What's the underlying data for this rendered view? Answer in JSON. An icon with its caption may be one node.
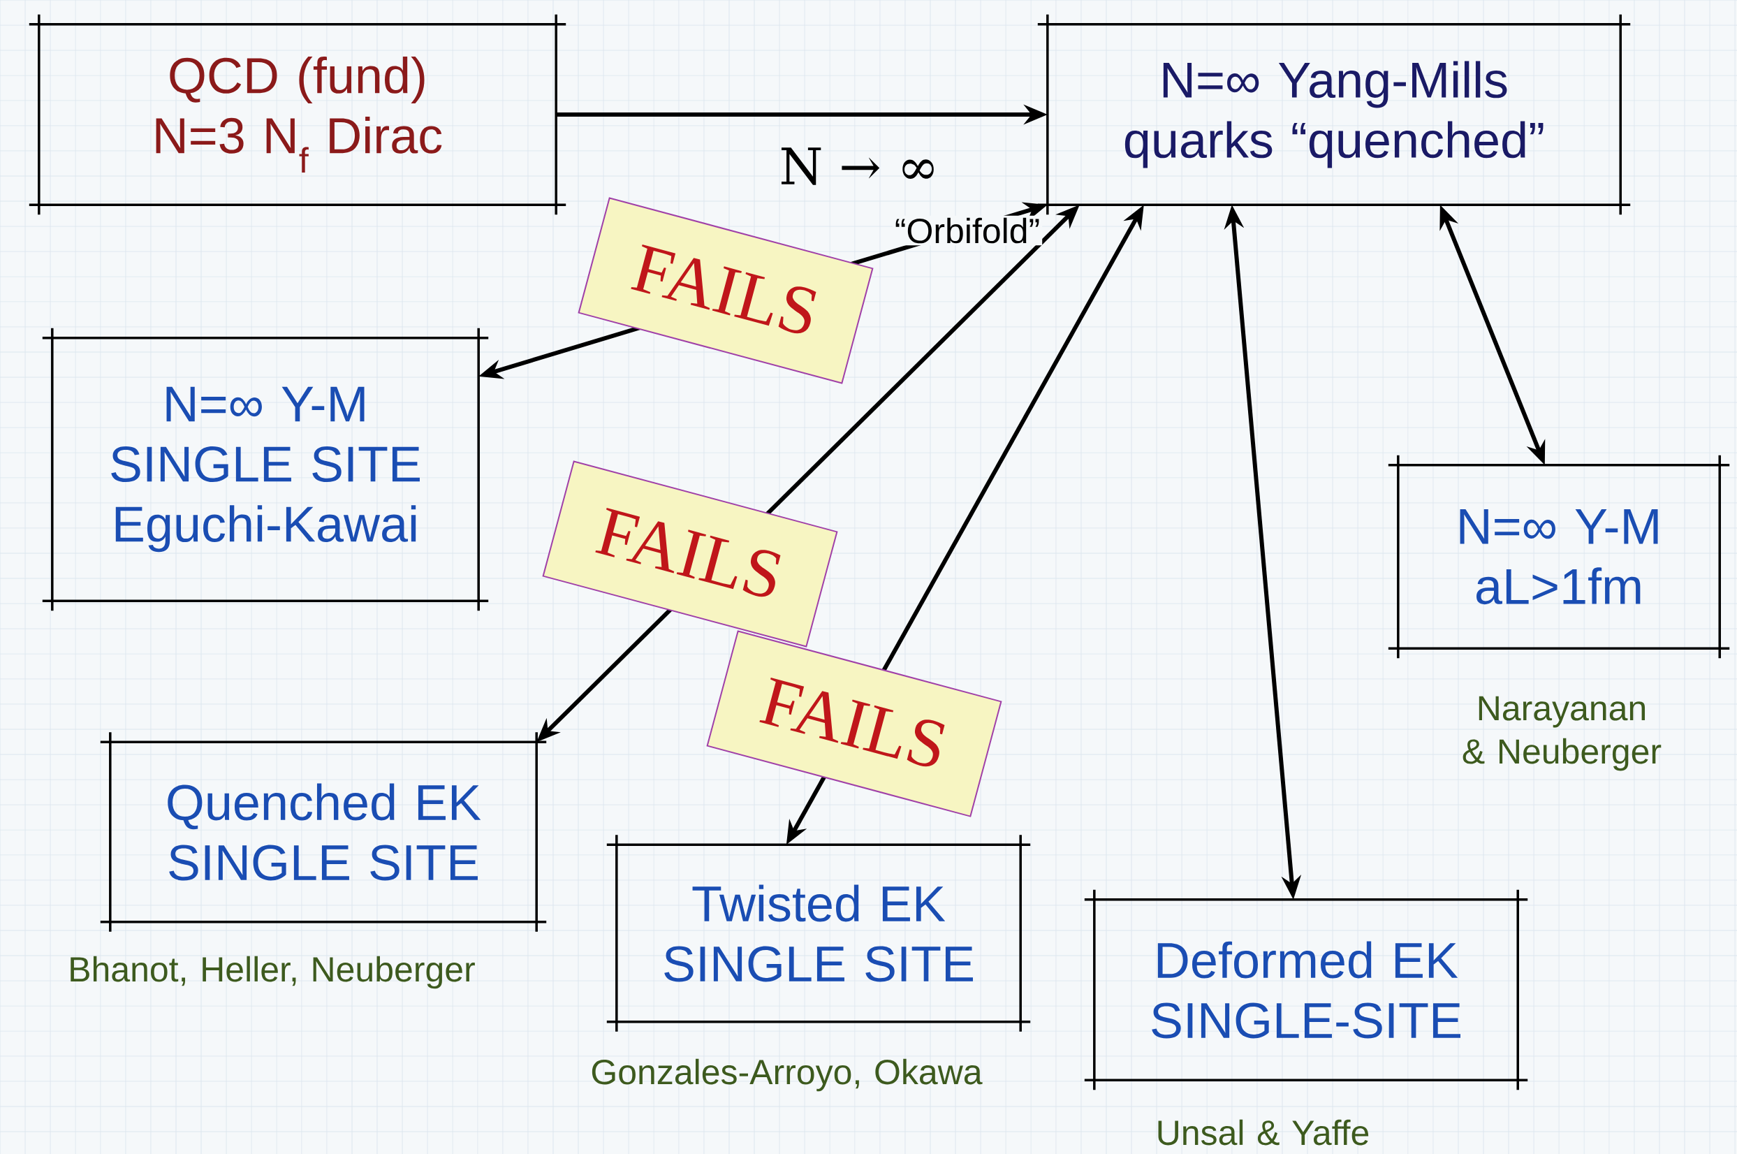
{
  "diagram": {
    "nodes": [
      {
        "text": [
          "QCD (fund) N=3 N$_{f}$ Dirac"
        ]
      },
      {
        "text": [
          "N=∞ Yang-Mills quarks “quenched”"
        ]
      },
      {
        "text": [
          "N=∞ Y-M SINGLE SITE Eguchi-Kawai"
        ]
      },
      {
        "text": [
          "N=∞ Y-M aL>1fm"
        ],
        "beside": [
          "Narayanan & Neuberger"
        ]
      },
      {
        "text": [
          "Quenched EK SINGLE SITE"
        ],
        "beside": [
          "Bhanot, Heller, Neuberger"
        ]
      },
      {
        "text": [
          "Twisted EK SINGLE SITE"
        ],
        "beside": [
          "Gonzales-Arroyo, Okawa"
        ]
      },
      {
        "text": [
          "Deformed EK SINGLE-SITE"
        ],
        "beside": [
          "Unsal & Yaffe"
        ]
      }
    ],
    "edges": [
      {
        "from": 0,
        "to": 1,
        "arrow": "to",
        "label": "N → ∞"
      },
      {
        "from": 1,
        "to": 2,
        "arrow": "both",
        "label": "“Orbifold”"
      },
      {
        "from": 1,
        "to": 4,
        "arrow": "both"
      },
      {
        "from": 1,
        "to": 5,
        "arrow": "both"
      },
      {
        "from": 1,
        "to": 6,
        "arrow": "both"
      },
      {
        "from": 1,
        "to": 3,
        "arrow": "both"
      }
    ],
    "labels": [
      "FAILS",
      "FAILS",
      "FAILS"
    ]
  }
}
